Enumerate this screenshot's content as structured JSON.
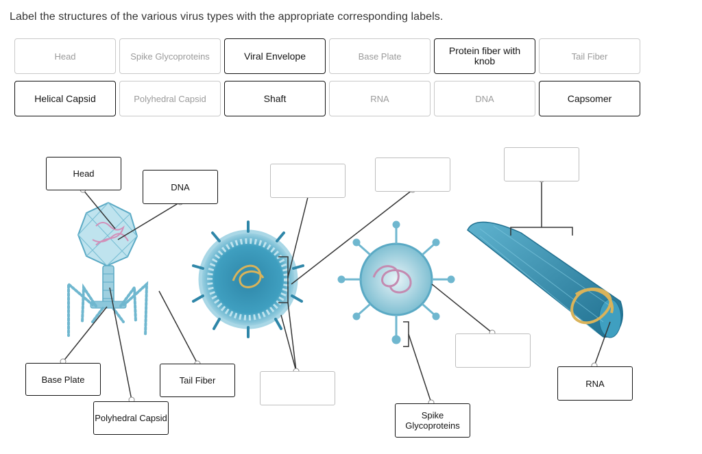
{
  "instruction": "Label the structures of the various virus types with the appropriate corresponding labels.",
  "bank": [
    {
      "label": "Head",
      "used": true
    },
    {
      "label": "Spike Glycoproteins",
      "used": true
    },
    {
      "label": "Viral Envelope",
      "used": false
    },
    {
      "label": "Base Plate",
      "used": true
    },
    {
      "label": "Protein fiber with knob",
      "used": false
    },
    {
      "label": "Tail Fiber",
      "used": true
    },
    {
      "label": "Helical Capsid",
      "used": false
    },
    {
      "label": "Polyhedral Capsid",
      "used": true
    },
    {
      "label": "Shaft",
      "used": false
    },
    {
      "label": "RNA",
      "used": true
    },
    {
      "label": "DNA",
      "used": true
    },
    {
      "label": "Capsomer",
      "used": false
    }
  ],
  "targets": {
    "head": "Head",
    "dna": "DNA",
    "base_plate": "Base Plate",
    "tail_fiber": "Tail Fiber",
    "polyhedral_capsid": "Polyhedral Capsid",
    "spike_glycoproteins": "Spike Glycoproteins",
    "rna": "RNA",
    "enveloped_top": "",
    "enveloped_bottom": "",
    "center_top": "",
    "center_right": "",
    "helical_top": ""
  },
  "colors": {
    "virus_blue": "#3f9fc0",
    "virus_dark": "#1f6f8f",
    "nucleic_gold": "#d9b35a",
    "rna_pink": "#c48ab0"
  }
}
